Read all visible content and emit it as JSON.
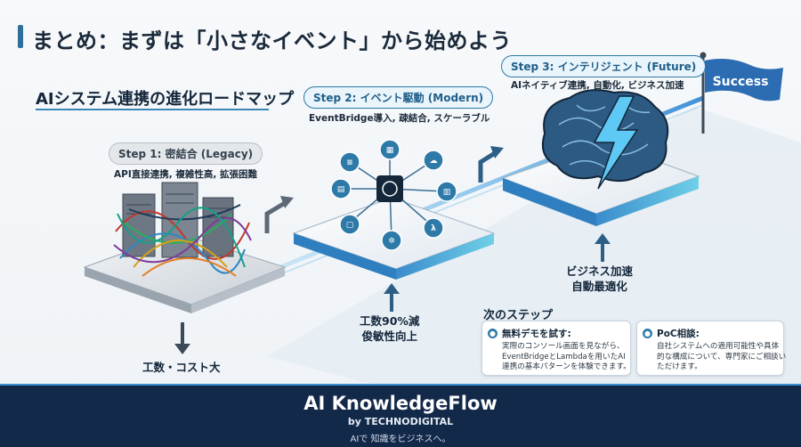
{
  "header": {
    "title": "まとめ：まずは「小さなイベント」から始めよう",
    "roadmap_title": "AIシステム連携の進化ロードマップ"
  },
  "steps": [
    {
      "label": "Step 1: 密結合 (Legacy)",
      "description": "API直接連携, 複雑性高, 拡張困難",
      "outcome": "工数・コスト大"
    },
    {
      "label": "Step 2: イベント駆動 (Modern)",
      "description": "EventBridge導入, 疎結合, スケーラブル",
      "outcome_line1": "工数90%減",
      "outcome_line2": "俊敏性向上"
    },
    {
      "label": "Step 3: インテリジェント (Future)",
      "description": "AIネイティブ連携, 自動化, ビジネス加速",
      "outcome_line1": "ビジネス加速",
      "outcome_line2": "自動最適化"
    }
  ],
  "goal_flag": "Success",
  "next_steps": {
    "title": "次のステップ",
    "cards": [
      {
        "title": "無料デモを試す:",
        "line1": "実際のコンソール画面を見ながら、",
        "line2": "EventBridgeとLambdaを用いたAI",
        "line3": "連携の基本パターンを体験できます。"
      },
      {
        "title": "PoC相談:",
        "line1": "自社システムへの適用可能性や具体",
        "line2": "的な構成について、専門家にご相談い",
        "line3": "ただけます。"
      }
    ]
  },
  "footer": {
    "brand": "AI KnowledgeFlow",
    "by": "by TECHNODIGITAL",
    "tagline": "AIで 知識をビジネスへ。"
  },
  "colors": {
    "accent": "#2f6f9a",
    "footer_bg": "#13294a",
    "flag": "#2b6cb3"
  }
}
